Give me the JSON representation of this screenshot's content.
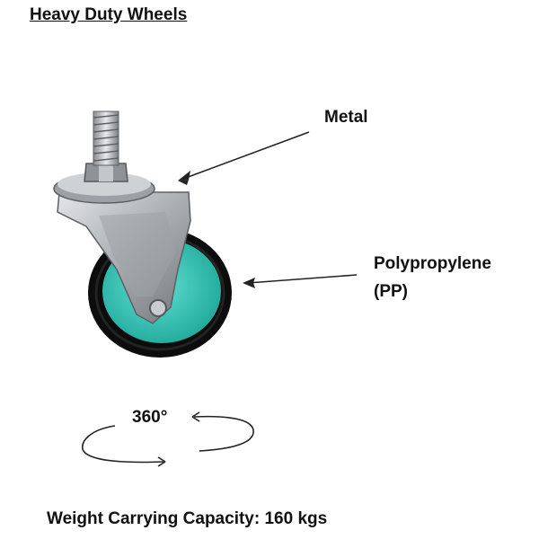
{
  "title": "Heavy Duty Wheels",
  "labels": {
    "metal": "Metal",
    "polypropylene_line1": "Polypropylene",
    "polypropylene_line2": "(PP)"
  },
  "rotation": "360°",
  "capacity": "Weight Carrying Capacity: 160 kgs",
  "colors": {
    "wheel_core": "#2ec4b6",
    "tire": "#111111",
    "metal": "#b9bcbf"
  }
}
